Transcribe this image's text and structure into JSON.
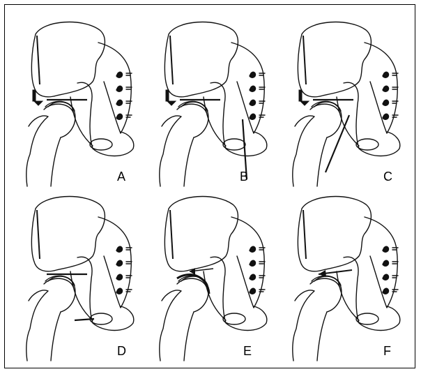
{
  "figure": {
    "panels": [
      {
        "id": "A",
        "label": "A",
        "variant": "ilium-ischium-pubis-horizontal",
        "has_left_arrow_cut": true
      },
      {
        "id": "B",
        "label": "B",
        "variant": "ilium-ischium-vertical",
        "has_left_arrow_cut": true
      },
      {
        "id": "C",
        "label": "C",
        "variant": "ilium-diagonal",
        "has_left_arrow_cut": true
      },
      {
        "id": "D",
        "label": "D",
        "variant": "two-horizontal-cuts",
        "has_left_arrow_cut": false
      },
      {
        "id": "E",
        "label": "E",
        "variant": "shelf-extension",
        "has_left_arrow_cut": false
      },
      {
        "id": "F",
        "label": "F",
        "variant": "arrow-cut",
        "has_left_arrow_cut": false
      }
    ],
    "line_color": "#111111",
    "background": "#ffffff"
  }
}
